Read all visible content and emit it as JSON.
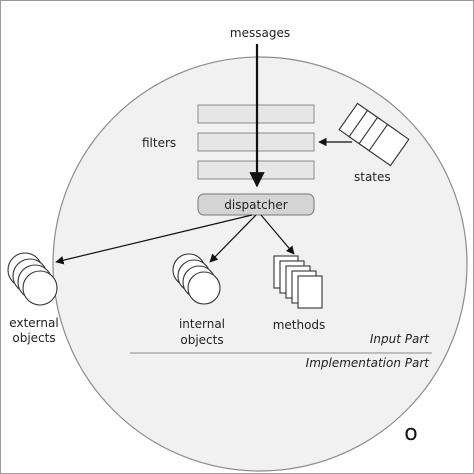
{
  "diagram": {
    "messages_label": "messages",
    "filters_label": "filters",
    "states_label": "states",
    "dispatcher_label": "dispatcher",
    "external_objects_line1": "external",
    "external_objects_line2": "objects",
    "internal_objects_line1": "internal",
    "internal_objects_line2": "objects",
    "methods_label": "methods",
    "input_part_label": "Input Part",
    "implementation_part_label": "Implementation Part",
    "object_symbol": "o"
  }
}
